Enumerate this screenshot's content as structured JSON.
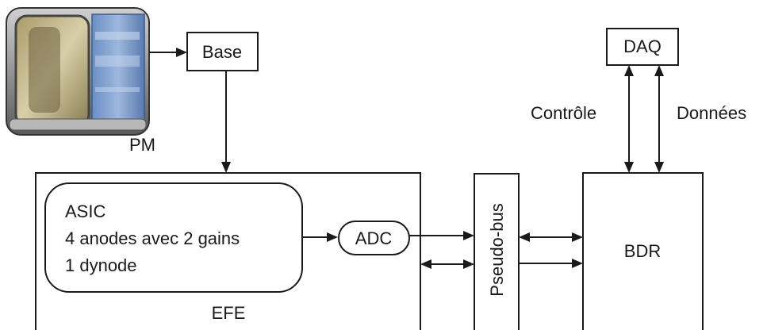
{
  "colors": {
    "line": "#1a1a1a",
    "background": "#ffffff"
  },
  "pm": {
    "label": "PM",
    "icon": "photomultiplier-tube-photo"
  },
  "base": {
    "label": "Base"
  },
  "daq": {
    "label": "DAQ"
  },
  "controle": {
    "label": "Contrôle"
  },
  "donnees": {
    "label": "Données"
  },
  "efe": {
    "label": "EFE",
    "asic": {
      "lines": [
        "ASIC",
        "4 anodes avec 2 gains",
        "1 dynode"
      ]
    }
  },
  "adc": {
    "label": "ADC"
  },
  "pseudobus": {
    "label": "Pseudo-bus"
  },
  "bdr": {
    "label": "BDR"
  }
}
